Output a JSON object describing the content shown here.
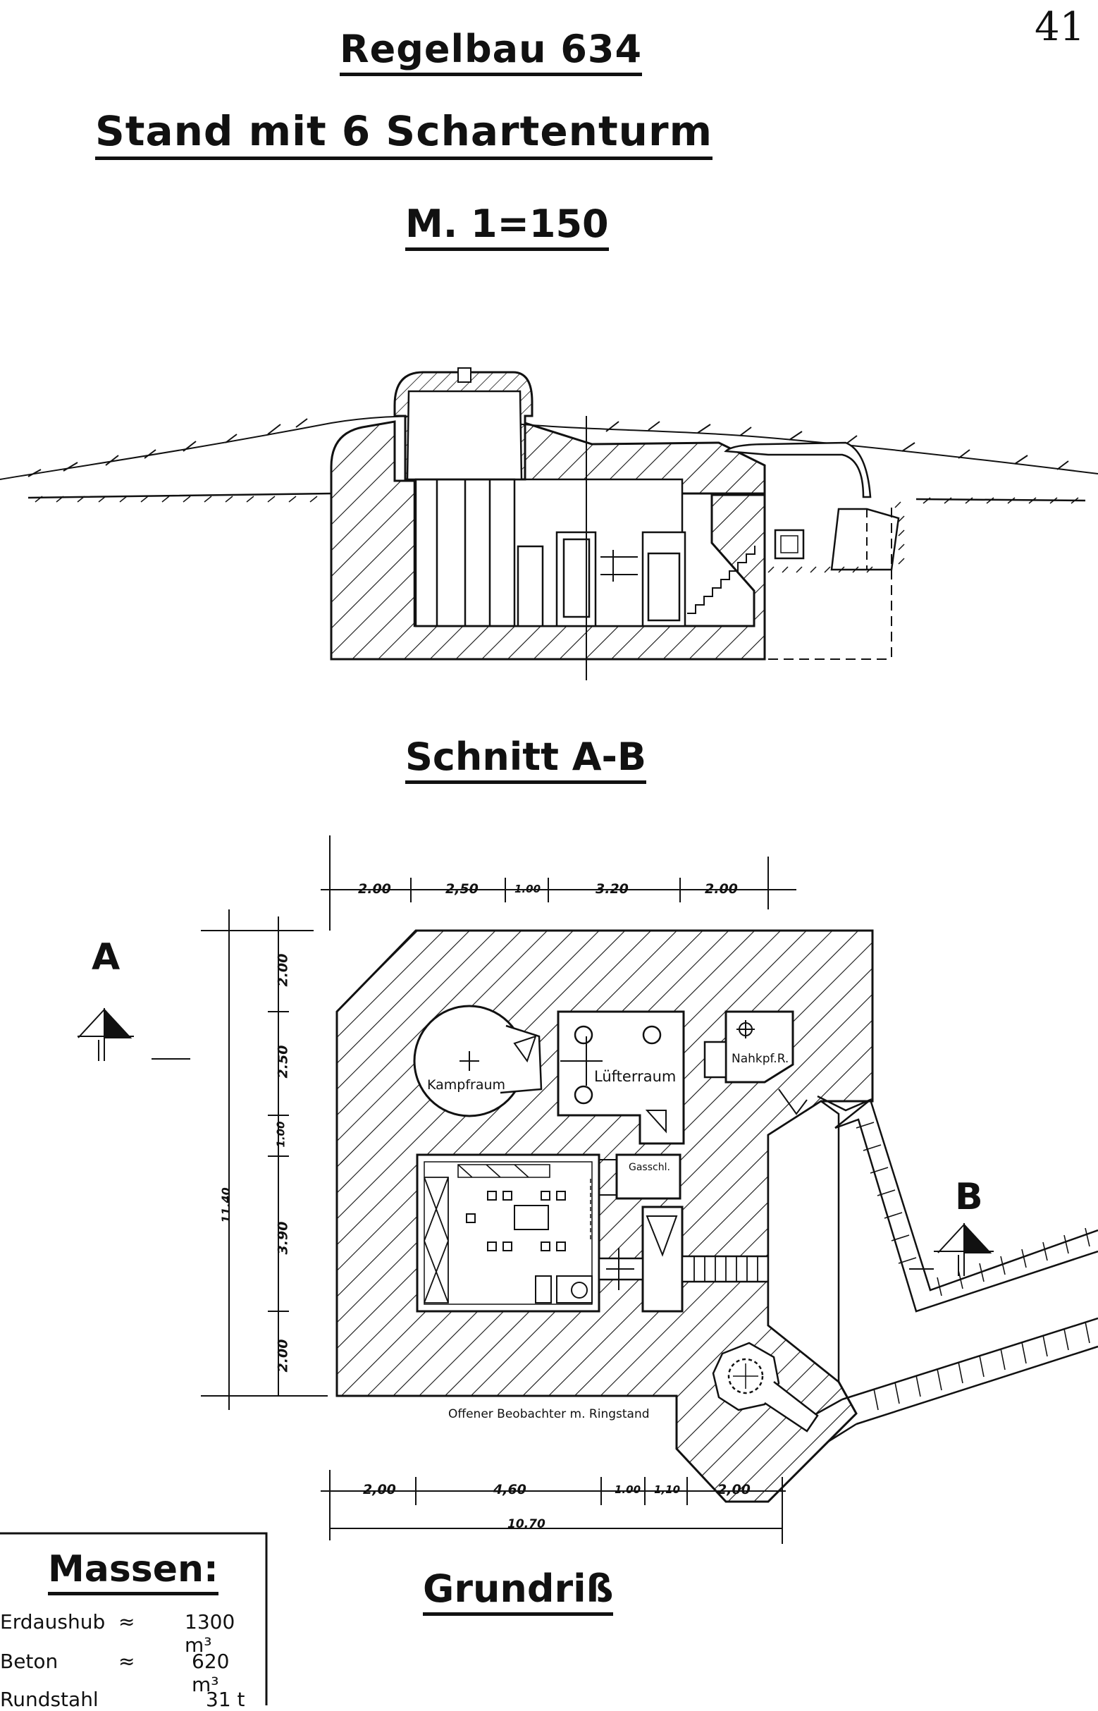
{
  "page_number": "41",
  "title": {
    "line1": "Regelbau 634",
    "line2": "Stand mit 6 Schartenturm",
    "scale": "M. 1=150"
  },
  "section": {
    "caption": "Schnitt A-B"
  },
  "plan": {
    "caption": "Grundriß",
    "marker_a": "A",
    "marker_b": "B",
    "rooms": {
      "kampfraum": "Kampfraum",
      "luefterraum": "Lüfterraum",
      "nahkampf": "Nahkpf.R.",
      "gasschleuse": "Gasschl.",
      "beobachter": "Offener Beobachter m. Ringstand"
    },
    "dims_top": [
      "2.00",
      "2,50",
      "1.00",
      "3.20",
      "2.00"
    ],
    "dims_left": [
      "2.00",
      "2.50",
      "1.00",
      "3.90",
      "2.00"
    ],
    "dim_left_total": "11.40",
    "dims_bottom": [
      "2,00",
      "4,60",
      "1.00",
      "1,10",
      "2,00"
    ],
    "dim_bottom_total": "10.70"
  },
  "massen": {
    "title": "Massen:",
    "rows": [
      {
        "name": "Erdaushub",
        "approx": "≈",
        "value": "1300 m³"
      },
      {
        "name": "Beton",
        "approx": "≈",
        "value": "620 m³"
      },
      {
        "name": "Rundstahl",
        "approx": "",
        "value": "31 t"
      }
    ]
  }
}
